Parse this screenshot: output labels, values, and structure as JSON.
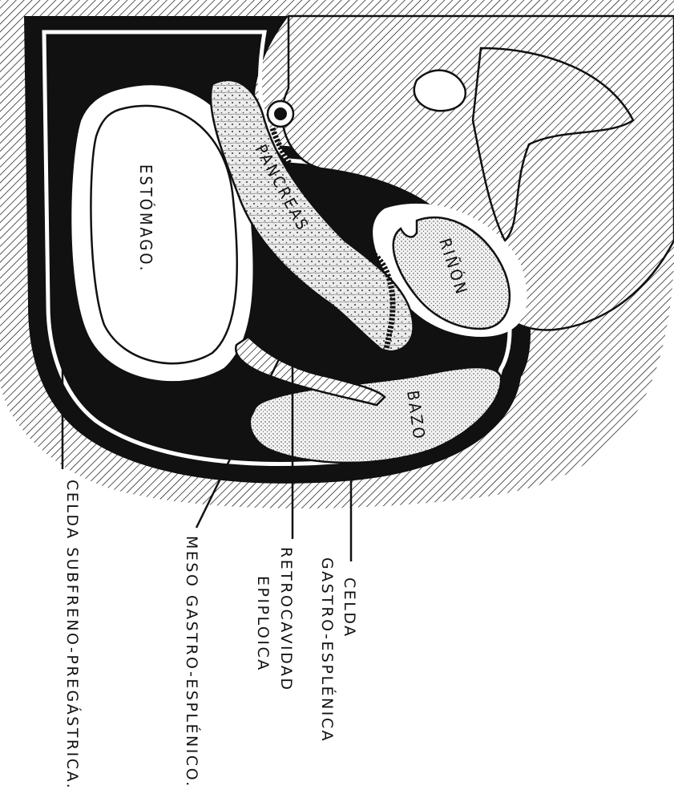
{
  "organs": {
    "stomach": "ESTÓMAGO.",
    "pancreas": "PANCREAS",
    "kidney": "RIÑÓN",
    "spleen": "BAZO"
  },
  "callouts": {
    "celda_subfreno": "CELDA SUBFRENO-PREGÁSTRICA.",
    "meso": "MESO GASTRO-ESPLÉNICO.",
    "retro_line1": "RETROCAVIDAD",
    "retro_line2": "EPIPLOICA",
    "celda_gastro_line1": "CELDA",
    "celda_gastro_line2": "GASTRO-ESPLÉNICA"
  },
  "colors": {
    "ink": "#111111",
    "paper": "#ffffff",
    "stipple": "#f2f2f2"
  }
}
